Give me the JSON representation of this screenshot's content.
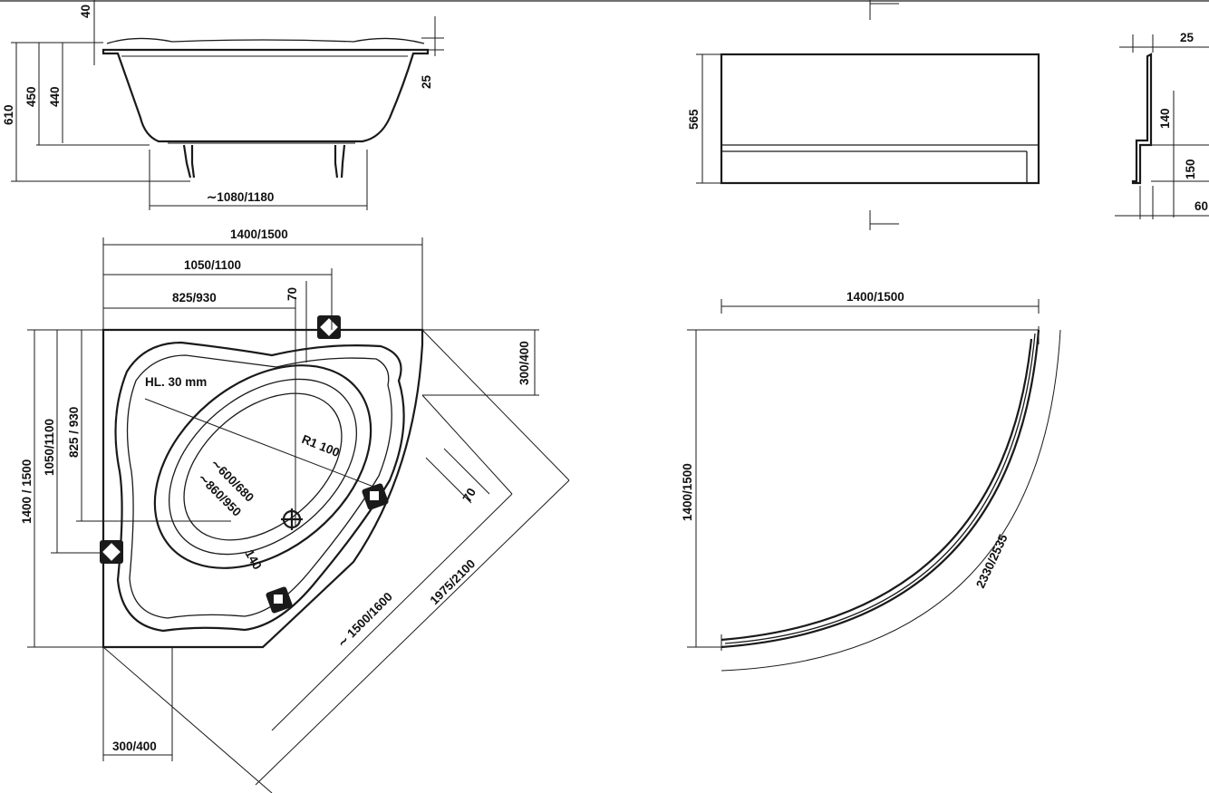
{
  "side_view": {
    "dim_rim_top": "40",
    "dim_total_height": "610",
    "dim_h450": "450",
    "dim_h440": "440",
    "dim_rim": "25",
    "dim_leg_span": "∼1080/1180"
  },
  "panel_front": {
    "dim_height": "565"
  },
  "panel_section": {
    "dim_top": "25",
    "dim_140": "140",
    "dim_150": "150",
    "dim_bottom": "60"
  },
  "plan_view": {
    "dim_width": "1400/1500",
    "dim_1050": "1050/1100",
    "dim_825": "825/930",
    "dim_70_top": "70",
    "dim_300_right": "300/400",
    "dim_height_left": "1400 / 1500",
    "dim_1050_left": "1050/1100",
    "dim_825_left": "825 / 930",
    "hl": "HL. 30 mm",
    "radius": "R1 100",
    "dim_600": "∼600/680",
    "dim_860": "∼860/950",
    "dim_140": "140",
    "dim_70_diag": "70",
    "dim_1500": "∼ 1500/1600",
    "dim_1975": "1975/2100",
    "dim_300_bottom": "300/400"
  },
  "panel_plan": {
    "dim_width": "1400/1500",
    "dim_height": "1400/1500",
    "dim_arc": "2330/2535"
  }
}
